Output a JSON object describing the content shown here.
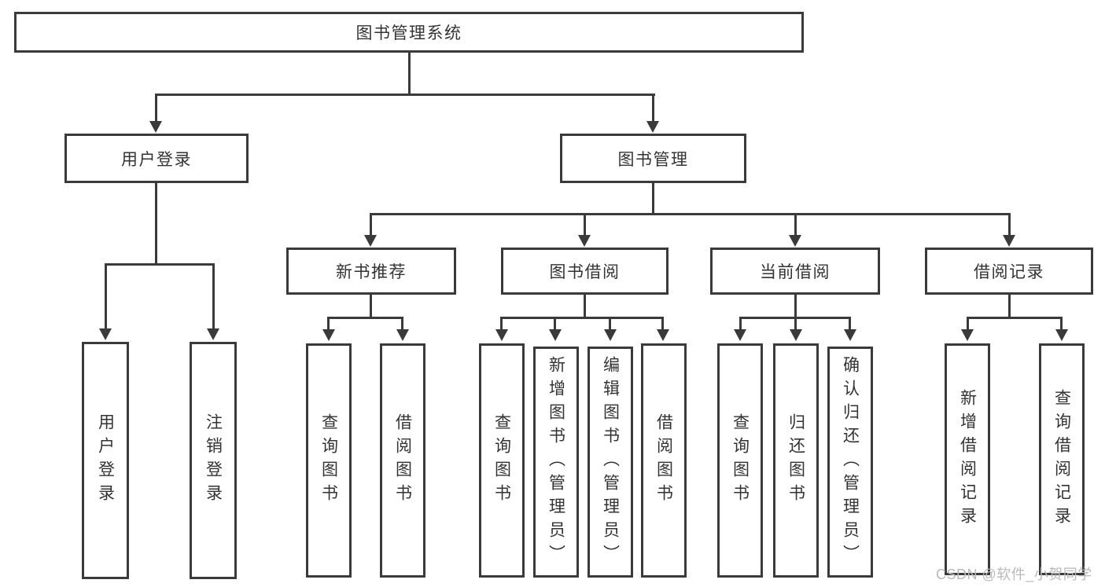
{
  "tree": {
    "root": {
      "label": "图书管理系统"
    },
    "branches": [
      {
        "label": "用户登录",
        "children": [
          {
            "label": "用户登录"
          },
          {
            "label": "注销登录"
          }
        ]
      },
      {
        "label": "图书管理",
        "children": [
          {
            "label": "新书推荐",
            "children": [
              {
                "label": "查询图书"
              },
              {
                "label": "借阅图书"
              }
            ]
          },
          {
            "label": "图书借阅",
            "children": [
              {
                "label": "查询图书"
              },
              {
                "label": "新增图书（管理员）"
              },
              {
                "label": "编辑图书（管理员）"
              },
              {
                "label": "借阅图书"
              }
            ]
          },
          {
            "label": "当前借阅",
            "children": [
              {
                "label": "查询图书"
              },
              {
                "label": "归还图书"
              },
              {
                "label": "确认归还（管理员）"
              }
            ]
          },
          {
            "label": "借阅记录",
            "children": [
              {
                "label": "新增借阅记录"
              },
              {
                "label": "查询借阅记录"
              }
            ]
          }
        ]
      }
    ]
  },
  "watermark": {
    "text": "CSDN @软件_小贺同学"
  },
  "colors": {
    "line": "#3a3a3a",
    "text": "#333333",
    "watermark": "#b9b9b9",
    "background": "#ffffff"
  }
}
